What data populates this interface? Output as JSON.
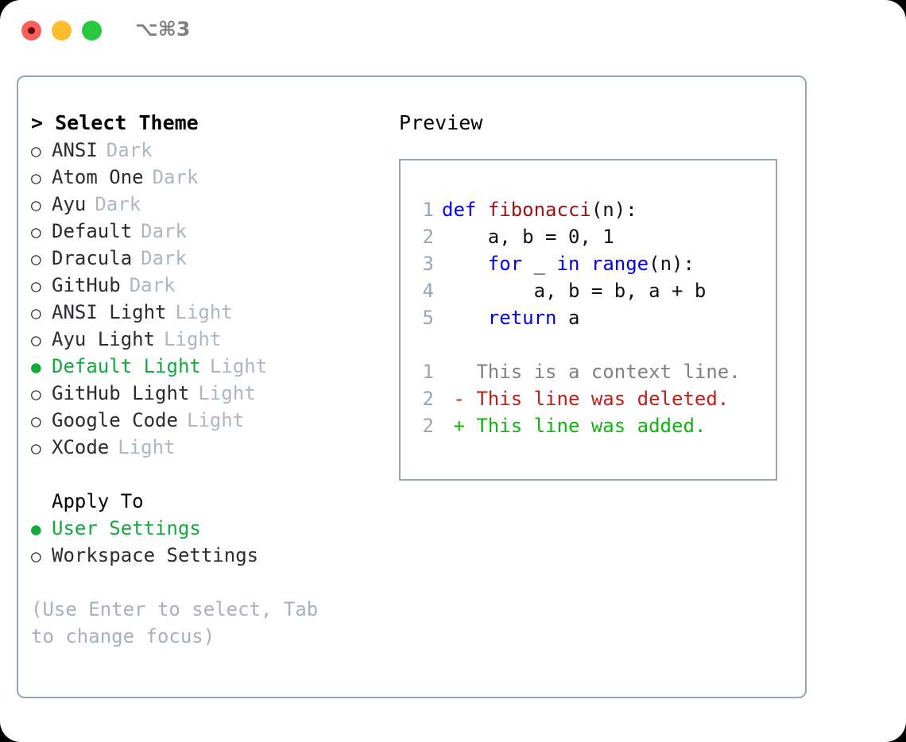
{
  "titlebar": {
    "shortcut": "⌥⌘3",
    "lights": [
      "close-red",
      "minimize-yellow",
      "maximize-green"
    ]
  },
  "left": {
    "heading": "> Select Theme",
    "themes": [
      {
        "marker": "○",
        "name": "ANSI",
        "tag": "Dark",
        "selected": false
      },
      {
        "marker": "○",
        "name": "Atom One",
        "tag": "Dark",
        "selected": false
      },
      {
        "marker": "○",
        "name": "Ayu",
        "tag": "Dark",
        "selected": false
      },
      {
        "marker": "○",
        "name": "Default",
        "tag": "Dark",
        "selected": false
      },
      {
        "marker": "○",
        "name": "Dracula",
        "tag": "Dark",
        "selected": false
      },
      {
        "marker": "○",
        "name": "GitHub",
        "tag": "Dark",
        "selected": false
      },
      {
        "marker": "○",
        "name": "ANSI Light",
        "tag": "Light",
        "selected": false
      },
      {
        "marker": "○",
        "name": "Ayu Light",
        "tag": "Light",
        "selected": false
      },
      {
        "marker": "●",
        "name": "Default Light",
        "tag": "Light",
        "selected": true
      },
      {
        "marker": "○",
        "name": "GitHub Light",
        "tag": "Light",
        "selected": false
      },
      {
        "marker": "○",
        "name": "Google Code",
        "tag": "Light",
        "selected": false
      },
      {
        "marker": "○",
        "name": "XCode",
        "tag": "Light",
        "selected": false
      }
    ],
    "apply_heading": "Apply To",
    "apply_options": [
      {
        "marker": "●",
        "name": "User Settings",
        "selected": true
      },
      {
        "marker": "○",
        "name": "Workspace Settings",
        "selected": false
      }
    ],
    "hint": "(Use Enter to select, Tab to change focus)"
  },
  "right": {
    "title": "Preview",
    "code_lines": [
      {
        "num": "1",
        "tokens": [
          {
            "t": "def",
            "c": "kw"
          },
          {
            "t": " ",
            "c": "plain"
          },
          {
            "t": "fibonacci",
            "c": "fn"
          },
          {
            "t": "(n):",
            "c": "plain"
          }
        ]
      },
      {
        "num": "2",
        "tokens": [
          {
            "t": "    a, b = 0, 1",
            "c": "plain"
          }
        ]
      },
      {
        "num": "3",
        "tokens": [
          {
            "t": "    ",
            "c": "plain"
          },
          {
            "t": "for",
            "c": "kw"
          },
          {
            "t": " _ ",
            "c": "plain"
          },
          {
            "t": "in",
            "c": "kw"
          },
          {
            "t": " ",
            "c": "plain"
          },
          {
            "t": "range",
            "c": "kw"
          },
          {
            "t": "(n):",
            "c": "plain"
          }
        ]
      },
      {
        "num": "4",
        "tokens": [
          {
            "t": "        a, b = b, a + b",
            "c": "plain"
          }
        ]
      },
      {
        "num": "5",
        "tokens": [
          {
            "t": "    ",
            "c": "plain"
          },
          {
            "t": "return",
            "c": "kw"
          },
          {
            "t": " a",
            "c": "plain"
          }
        ]
      }
    ],
    "diff_lines": [
      {
        "num": "1",
        "sign": " ",
        "text": "This is a context line.",
        "kind": "ctx"
      },
      {
        "num": "2",
        "sign": "-",
        "text": "This line was deleted.",
        "kind": "del"
      },
      {
        "num": "2",
        "sign": "+",
        "text": "This line was added.",
        "kind": "add"
      }
    ]
  },
  "colors": {
    "selected_green": "#15a83c",
    "border": "#9aa5b4",
    "tag_gray": "#aeb6c2",
    "hint_gray": "#a8b0bd",
    "keyword_blue": "#0000ee",
    "function_red": "#9c1111",
    "diff_added": "#11b411",
    "diff_deleted": "#bb2118",
    "diff_context": "#808080",
    "light_red": "#fc5f5a",
    "light_yellow": "#fdbd2e",
    "light_green": "#28c840"
  }
}
